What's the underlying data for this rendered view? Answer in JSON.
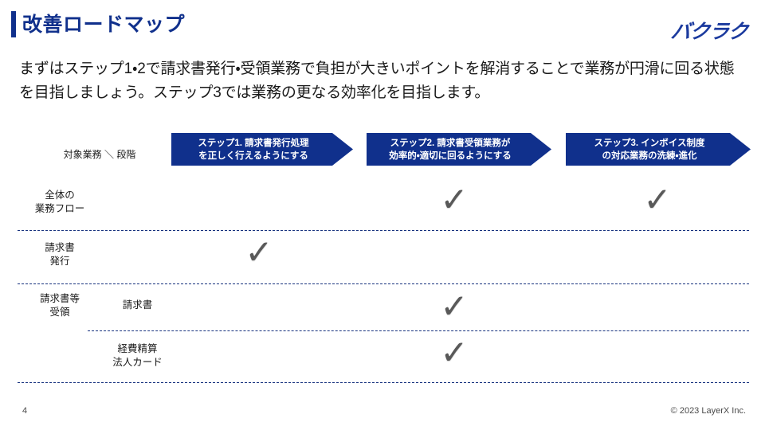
{
  "slide": {
    "title": "改善ロードマップ",
    "brand_logo": "バクラク",
    "accent_color": "#10308c",
    "check_color": "#595959",
    "divider_color": "#16317e",
    "lead_paragraph": "まずはステップ1・2で請求書発行・受領業務で負担が大きいポイントを解消することで業務が円滑に回る状態を目指しましょう。ステップ3では業務の更なる効率化を目指します。"
  },
  "matrix": {
    "corner_header": "対象業務 ＼ 段階",
    "columns": [
      {
        "id": "step1",
        "line1": "ステップ1. 請求書発行処理",
        "line2": "を正しく行えるようにする"
      },
      {
        "id": "step2",
        "line1": "ステップ2. 請求書受領業務が",
        "line2": "効率的・適切に回るようにする"
      },
      {
        "id": "step3",
        "line1": "ステップ3. インボイス制度",
        "line2": "の対応業務の洗練・進化"
      }
    ],
    "rows": [
      {
        "id": "overall-flow",
        "primary_line1": "全体の",
        "primary_line2": "業務フロー",
        "sub_line1": "",
        "sub_line2": "",
        "checks": {
          "step1": false,
          "step2": true,
          "step3": true
        }
      },
      {
        "id": "invoice-issue",
        "primary_line1": "請求書",
        "primary_line2": "発行",
        "sub_line1": "",
        "sub_line2": "",
        "checks": {
          "step1": true,
          "step2": false,
          "step3": false
        }
      },
      {
        "id": "invoice-receipt",
        "primary_line1": "請求書等",
        "primary_line2": "受領",
        "sub_line1": "請求書",
        "sub_line2": "",
        "checks": {
          "step1": false,
          "step2": true,
          "step3": false
        }
      },
      {
        "id": "expense-card",
        "primary_line1": "",
        "primary_line2": "",
        "sub_line1": "経費精算",
        "sub_line2": "法人カード",
        "checks": {
          "step1": false,
          "step2": true,
          "step3": false
        }
      }
    ],
    "check_glyph": "✓"
  },
  "footer": {
    "page_number": "4",
    "copyright": "© 2023 LayerX Inc."
  }
}
